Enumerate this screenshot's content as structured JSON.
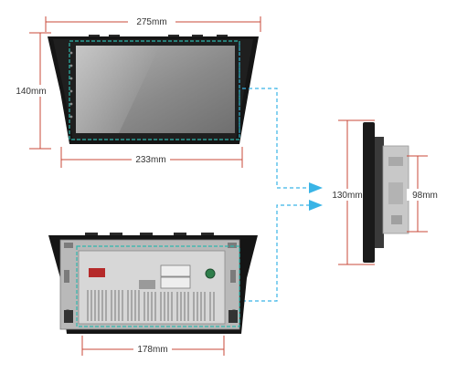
{
  "colors": {
    "dimension_line": "#c94a3a",
    "arrow": "#39b4e6",
    "bezel": "#151515",
    "screen": "#8e8e8e",
    "rear_housing": "#b9b9b9",
    "circuit_board": "#d7d7d7"
  },
  "dimensions": {
    "front_width": "275mm",
    "front_height": "140mm",
    "screen_width": "233mm",
    "side_height": "130mm",
    "side_depth_height": "98mm",
    "rear_width": "178mm"
  }
}
